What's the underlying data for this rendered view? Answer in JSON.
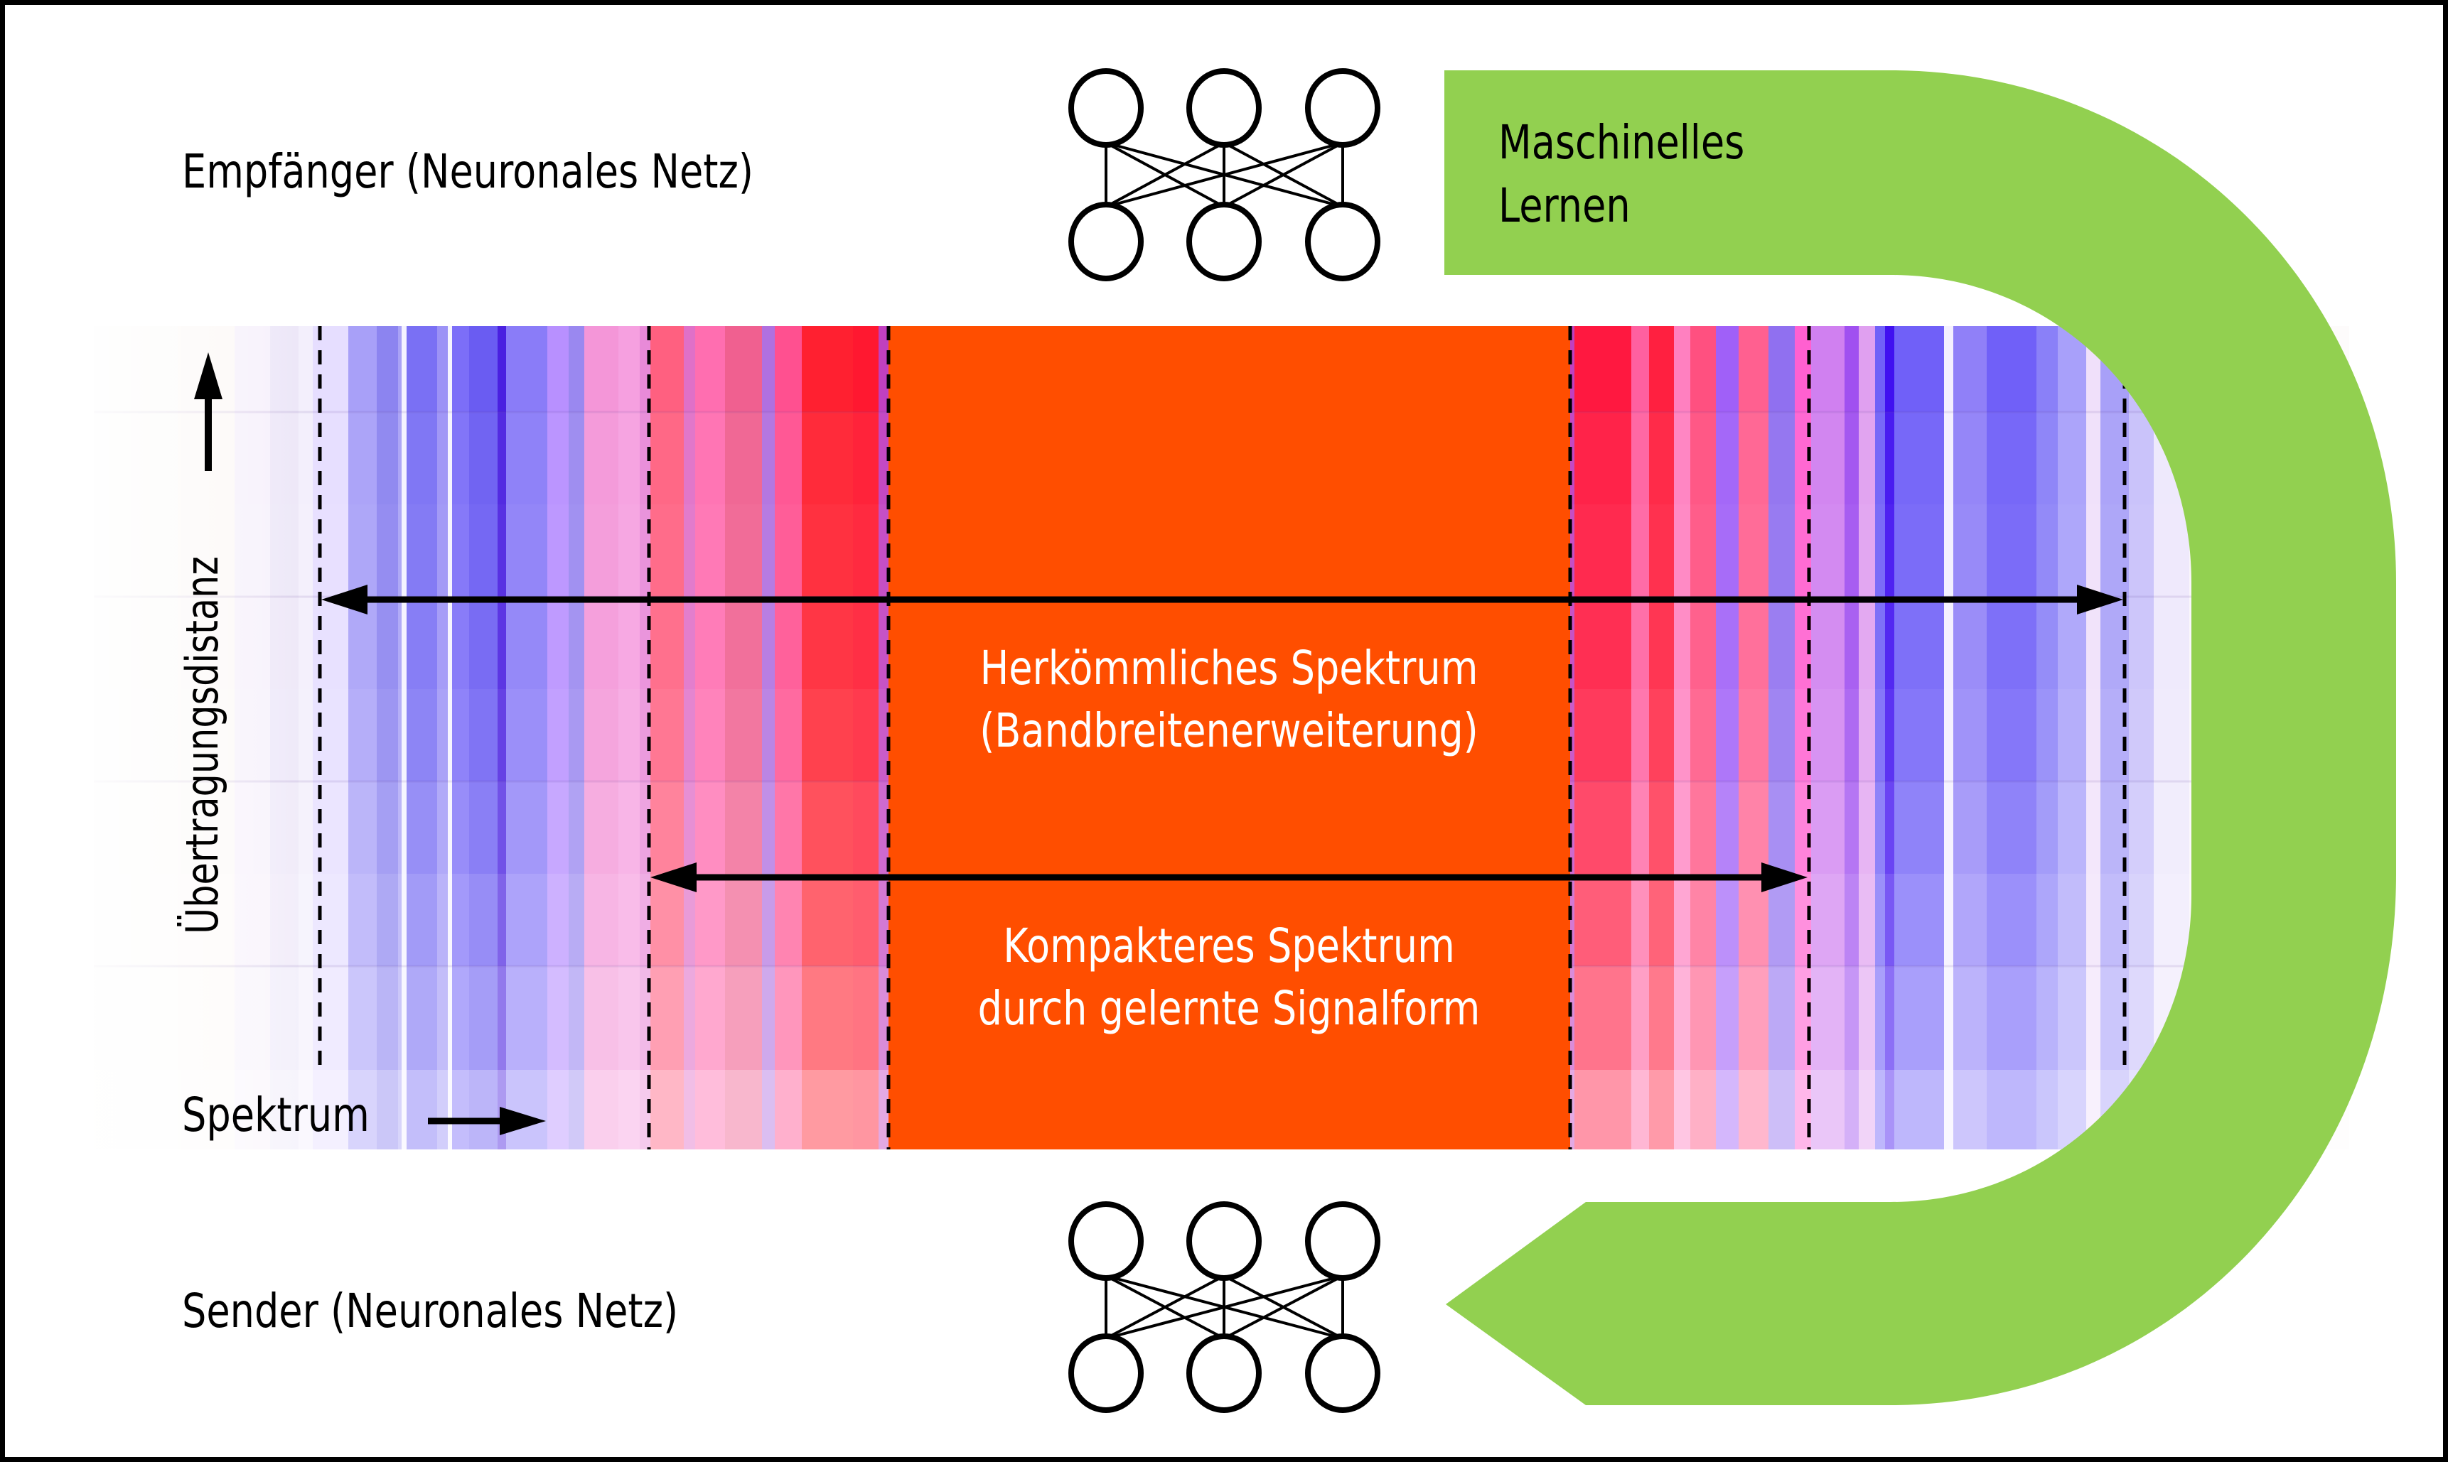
{
  "labels": {
    "receiver": "Empfänger (Neuronales Netz)",
    "sender": "Sender (Neuronales Netz)",
    "ml_line1": "Maschinelles",
    "ml_line2": "Lernen",
    "axis_distance": "Übertragungsdistanz",
    "axis_spectrum": "Spektrum",
    "conventional_line1": "Herkömmliches Spektrum",
    "conventional_line2": "(Bandbreitenerweiterung)",
    "compact_line1": "Kompakteres Spektrum",
    "compact_line2": "durch gelernte Signalform"
  },
  "icons": {
    "receiver_network": "neural-network-icon",
    "sender_network": "neural-network-icon",
    "distance_arrow": "arrow-up-icon",
    "spectrum_arrow": "arrow-right-icon",
    "feedback_loop": "curved-arrow-icon"
  },
  "colors": {
    "ml_loop": "#92D050",
    "center_band": "#FF4E00",
    "outline": "#000000"
  }
}
